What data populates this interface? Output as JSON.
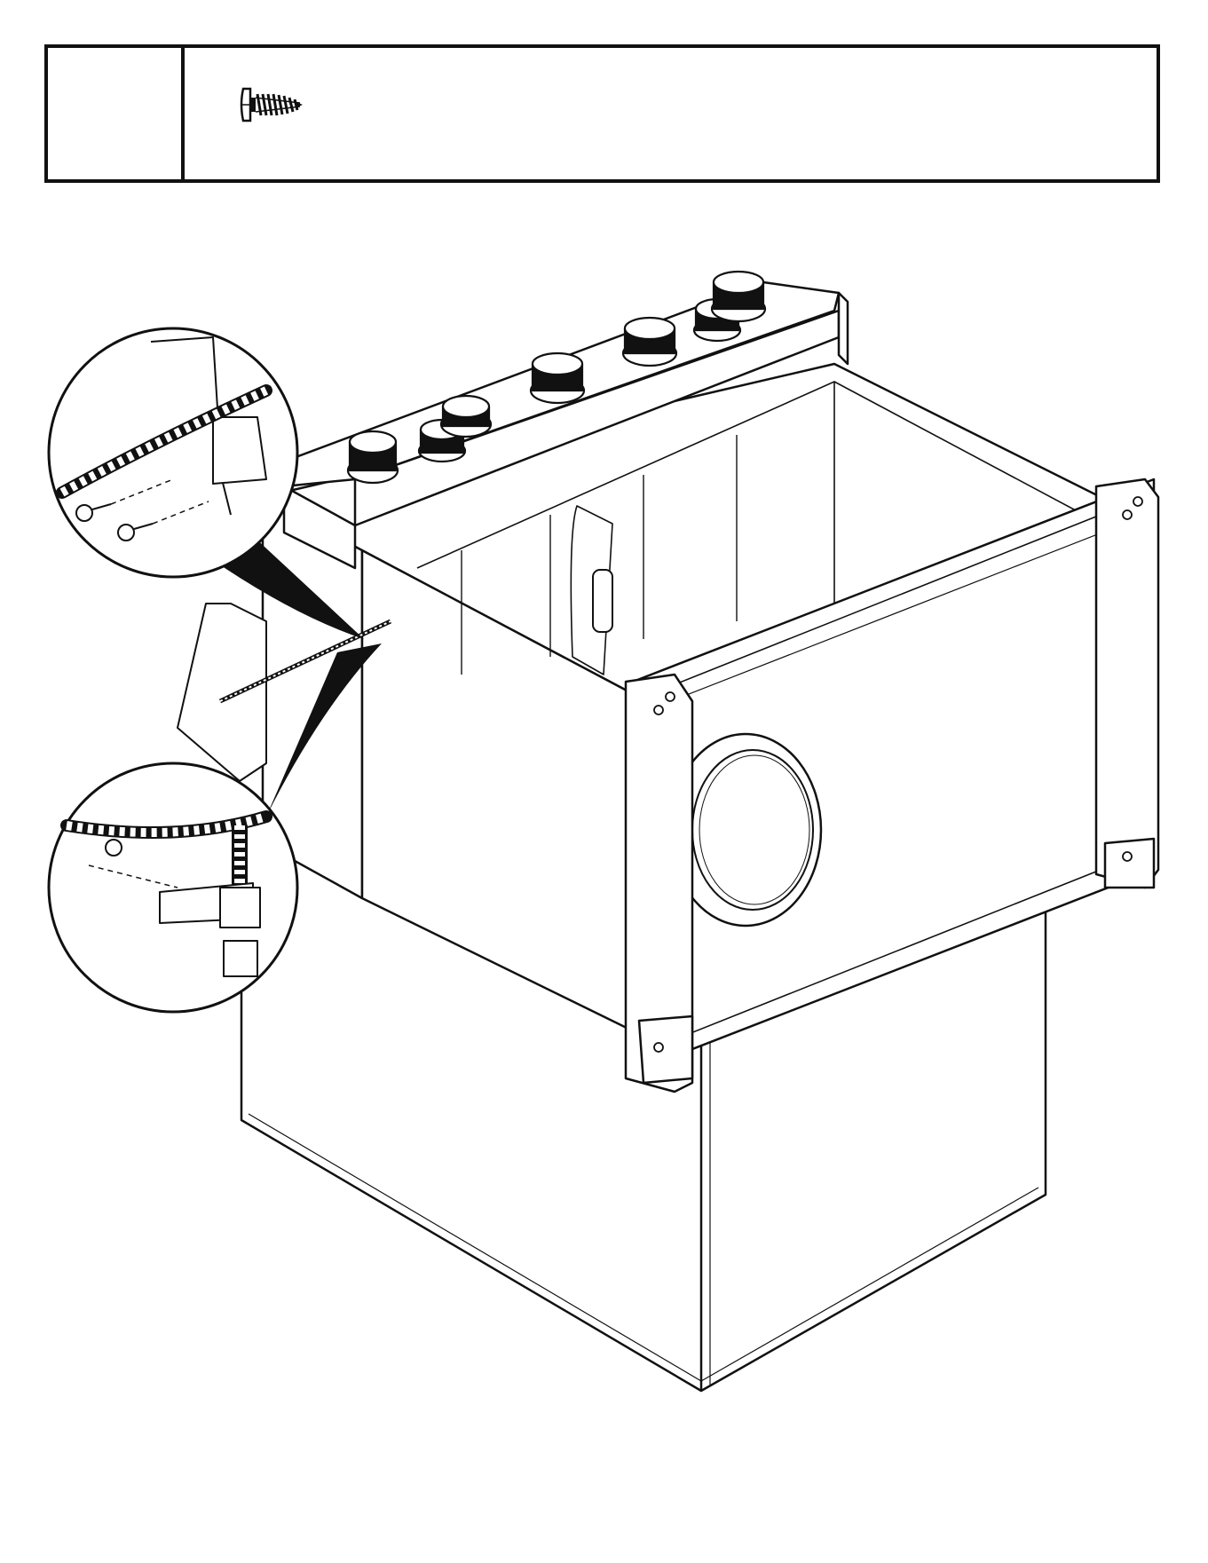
{
  "header": {
    "step_number": "",
    "parts": [
      {
        "icon": "screw-icon",
        "quantity": ""
      }
    ]
  },
  "illustration": {
    "main": "cabinet-assembly",
    "callouts": [
      "detail-callout-top",
      "detail-callout-bottom"
    ]
  },
  "colors": {
    "line": "#111111",
    "background": "#ffffff",
    "callout-fill": "#111111"
  }
}
